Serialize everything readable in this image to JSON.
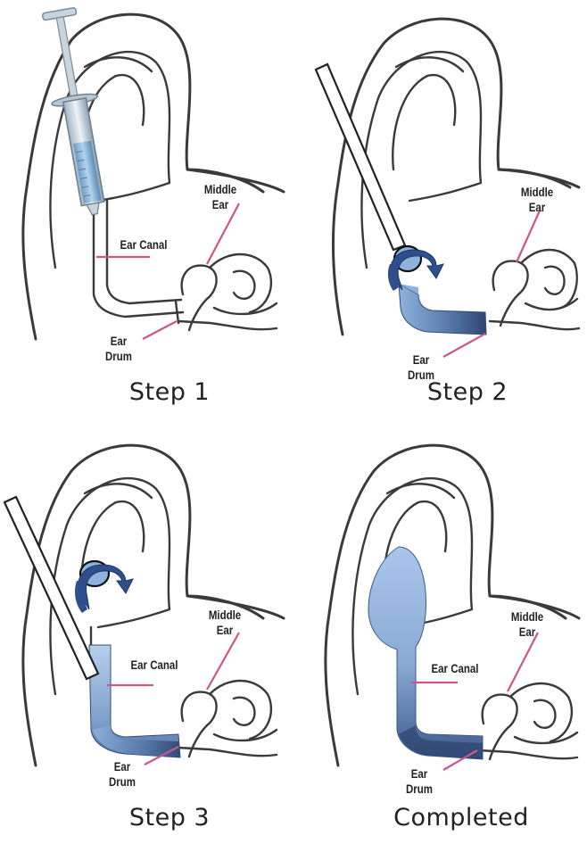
{
  "colors": {
    "outline": "#3a3a3a",
    "pointer": "#c8578c",
    "fill_light": "#a9c6e6",
    "fill_dark": "#2f4d78",
    "arrow": "#2e4f8c"
  },
  "panels": [
    {
      "step_label": "Step 1",
      "tool": "syringe",
      "labels": {
        "middle_ear": "Middle\nEar",
        "ear_canal": "Ear Canal",
        "ear_drum": "Ear\nDrum"
      }
    },
    {
      "step_label": "Step 2",
      "tool": "applicator",
      "labels": {
        "middle_ear": "Middle\nEar",
        "ear_drum": "Ear\nDrum"
      }
    },
    {
      "step_label": "Step 3",
      "tool": "applicator",
      "labels": {
        "middle_ear": "Middle\nEar",
        "ear_canal": "Ear Canal",
        "ear_drum": "Ear\nDrum"
      }
    },
    {
      "step_label": "Completed",
      "tool": "none",
      "labels": {
        "middle_ear": "Middle\nEar",
        "ear_canal": "Ear Canal",
        "ear_drum": "Ear\nDrum"
      }
    }
  ]
}
